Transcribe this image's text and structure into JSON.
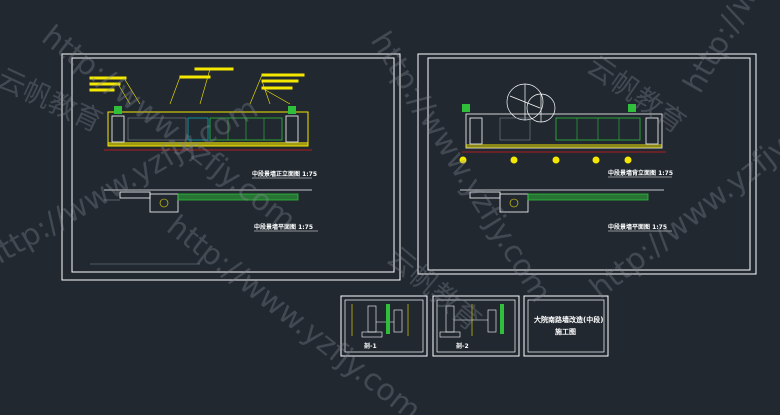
{
  "drawing": {
    "background": "#212830",
    "frame_color": "#ffffff",
    "line_yellow": "#f5e800",
    "line_green": "#2fbf3a",
    "line_cyan": "#00d7e0",
    "line_red": "#e01b1b"
  },
  "sheet_left": {
    "elevation_label": "中段景墙正立面图 1:75",
    "plan_label": "中段景墙平面图 1:75"
  },
  "sheet_right": {
    "elevation_label": "中段景墙背立面图 1:75",
    "plan_label": "中段景墙平面图 1:75"
  },
  "details": {
    "detail_a_label": "剖-1",
    "detail_b_label": "剖-2"
  },
  "title_block": {
    "title": "大院南路墙改造(中段)",
    "subtitle": "施工图"
  },
  "watermarks": {
    "url": "http://www.yzfjy.com",
    "brand": "云帆教育"
  }
}
